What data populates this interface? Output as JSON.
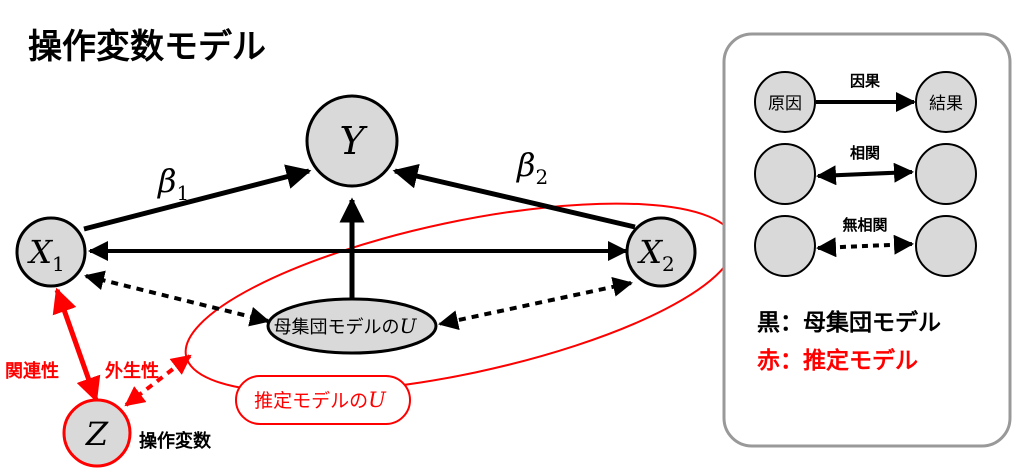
{
  "title": "操作変数モデル",
  "nodes": {
    "y": "Y",
    "x1": {
      "base": "X",
      "sub": "1"
    },
    "x2": {
      "base": "X",
      "sub": "2"
    },
    "z": "Z",
    "u_pop": {
      "text": "母集団モデルの",
      "var": "U"
    },
    "u_est": {
      "text": "推定モデルの",
      "var": "U"
    }
  },
  "edge_labels": {
    "beta1": {
      "base": "β",
      "sub": "1"
    },
    "beta2": {
      "base": "β",
      "sub": "2"
    },
    "relevance": "関連性",
    "exogeneity": "外生性",
    "instrument": "操作変数"
  },
  "legend": {
    "cause": "原因",
    "effect": "結果",
    "causal": "因果",
    "correlation": "相関",
    "no_correlation": "無相関",
    "black_note": "黒：母集団モデル",
    "red_note": "赤：推定モデル"
  },
  "colors": {
    "node_fill": "#d9d9d9",
    "stroke": "#000000",
    "estimate": "#ff0000",
    "legend_border": "#999999"
  }
}
